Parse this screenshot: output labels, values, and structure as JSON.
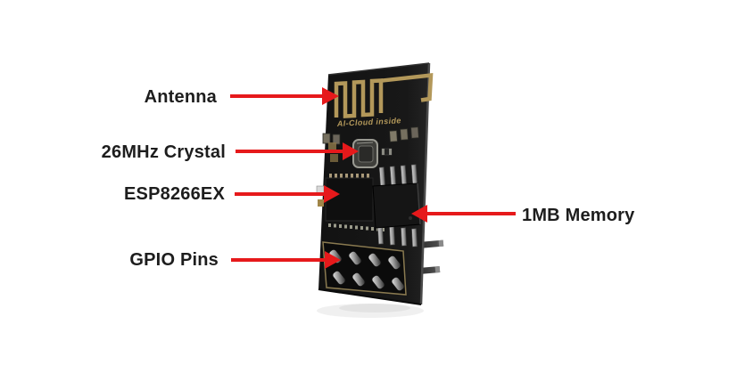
{
  "figure": {
    "type": "annotated-hardware-diagram",
    "subject": "ESP8266 ESP-01 WiFi module"
  },
  "board": {
    "silkscreen": "AI-Cloud inside"
  },
  "annotations": [
    {
      "id": "antenna",
      "text": "Antenna",
      "points_to": "pcb-meander-antenna"
    },
    {
      "id": "crystal",
      "text": "26MHz Crystal",
      "points_to": "crystal-component"
    },
    {
      "id": "esp",
      "text": "ESP8266EX",
      "points_to": "esp8266ex-chip"
    },
    {
      "id": "gpio",
      "text": "GPIO Pins",
      "points_to": "gpio-pin-header"
    },
    {
      "id": "memory",
      "text": "1MB Memory",
      "points_to": "flash-memory-chip"
    }
  ],
  "colors": {
    "arrow_red": "#e6191b",
    "pcb_black": "#161616",
    "pcb_gold": "#b3985a",
    "label_text": "#1d1d1d",
    "background": "#ffffff"
  }
}
